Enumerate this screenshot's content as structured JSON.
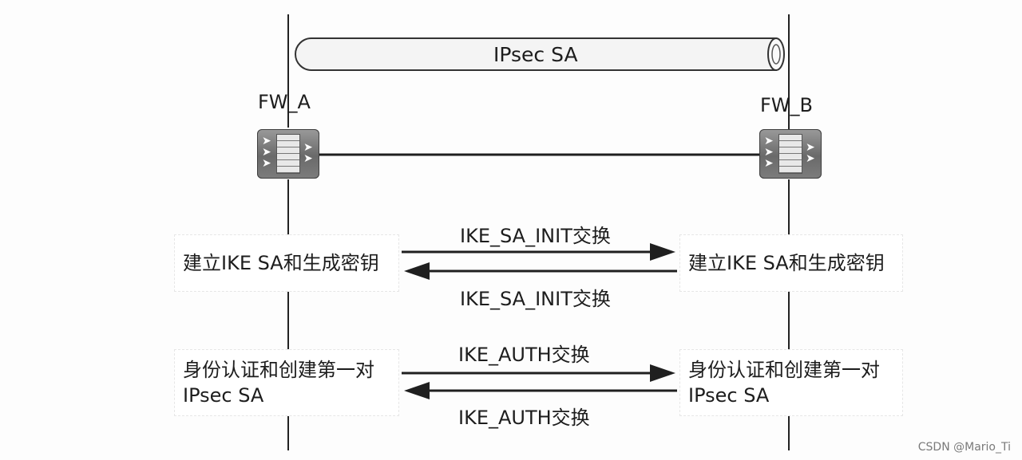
{
  "tunnel": {
    "label": "IPsec SA"
  },
  "devices": [
    {
      "name": "FW_A"
    },
    {
      "name": "FW_B"
    }
  ],
  "exchanges": [
    {
      "forward_label": "IKE_SA_INIT交换",
      "backward_label": "IKE_SA_INIT交换"
    },
    {
      "forward_label": "IKE_AUTH交换",
      "backward_label": "IKE_AUTH交换"
    }
  ],
  "steps": {
    "left": [
      {
        "lines": [
          "建立IKE SA和生成密钥"
        ]
      },
      {
        "lines": [
          "身份认证和创建第一对",
          "IPsec SA"
        ]
      }
    ],
    "right": [
      {
        "lines": [
          "建立IKE SA和生成密钥"
        ]
      },
      {
        "lines": [
          "身份认证和创建第一对",
          "IPsec SA"
        ]
      }
    ]
  },
  "watermark": "CSDN @Mario_Ti"
}
